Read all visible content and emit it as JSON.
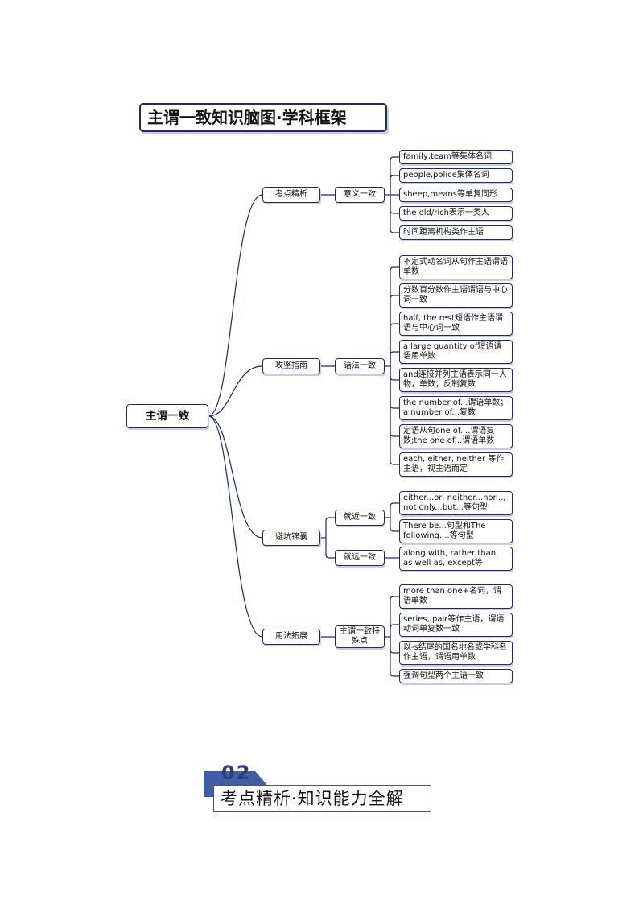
{
  "title": "主谓一致知识脑图·学科框架",
  "root": "主谓一致",
  "branches": [
    {
      "label": "考点精析",
      "sub": [
        {
          "label": "意义一致",
          "leaves": [
            "family,team等集体名词",
            "people,police集体名词",
            "sheep,means等单复同形",
            "the old/rich表示一类人",
            "时间距离机构类作主语"
          ]
        }
      ]
    },
    {
      "label": "攻坚指南",
      "sub": [
        {
          "label": "语法一致",
          "leaves": [
            "不定式动名词从句作主语谓语单数",
            "分数百分数作主语谓语与中心词一致",
            "half, the rest短语作主语谓语与中心词一致",
            "a large quantity of短语谓语用单数",
            "and连接并列主语表示同一人物，单数；反制复数",
            "the number of...谓语单数；a number of...复数",
            "定语从句one of....谓语复数;the  one of...谓语单数",
            "each, either, neither 等作主语，视主语而定"
          ]
        }
      ]
    },
    {
      "label": "避坑锦囊",
      "sub": [
        {
          "label": "就近一致",
          "leaves": [
            "either...or, neither...nor..., not only...but...等句型",
            "There be...句型和The following....等句型"
          ]
        },
        {
          "label": "就远一致",
          "leaves": [
            "along with, rather than, as well as, except等"
          ]
        }
      ]
    },
    {
      "label": "用法拓展",
      "sub": [
        {
          "label": "主谓一致特殊点",
          "leaves": [
            "more than one+名词，谓语单数",
            "series, pair等作主语，谓语动词单复数一致",
            "以-s结尾的国名地名或学科名作主语，谓语用单数",
            "强调句型两个主语一致"
          ]
        }
      ]
    }
  ],
  "section": {
    "number": "02",
    "title": "考点精析·知识能力全解"
  },
  "colors": {
    "border": "#1f2a6e",
    "banner": "#3f5ea6"
  }
}
